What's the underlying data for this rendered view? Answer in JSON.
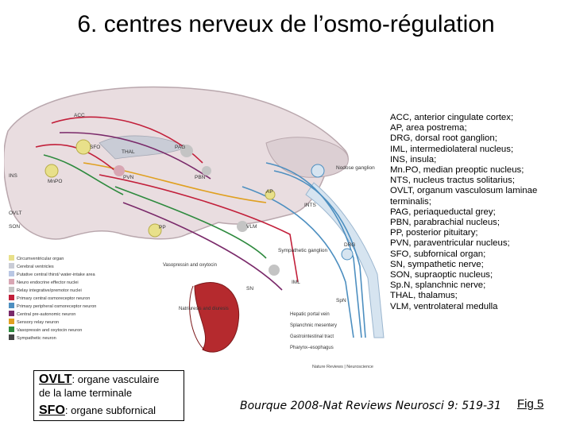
{
  "title": "6. centres nerveux de l’osmo-régulation",
  "abbreviations": [
    "ACC, anterior cingulate cortex;",
    "AP, area postrema;",
    "DRG, dorsal root ganglion;",
    "IML, intermediolateral nucleus;",
    "INS, insula;",
    "Mn.PO, median preoptic nucleus;",
    "NTS, nucleus tractus solitarius;",
    "OVLT, organum vasculosum laminae",
    "terminalis;",
    "PAG, periaqueductal grey;",
    "PBN, parabrachial nucleus;",
    "PP, posterior pituitary;",
    "PVN, paraventricular nucleus;",
    "SFO, subfornical organ;",
    "SN, sympathetic nerve;",
    "SON, supraoptic nucleus;",
    "Sp.N, splanchnic nerve;",
    "THAL, thalamus;",
    "VLM, ventrolateral medulla"
  ],
  "figure": {
    "region_labels": [
      "ACC",
      "SFO",
      "THAL",
      "PAG",
      "INS",
      "MnPO",
      "PVN",
      "PBN",
      "AP",
      "OVLT",
      "SON",
      "PP",
      "VLM",
      "INTS",
      "Nodose ganglion",
      "DRG",
      "Sympathetic ganglion",
      "IML",
      "SN",
      "SpN"
    ],
    "side_labels": [
      "Vasopressin and oxytocin",
      "Natriuresis and diuresis",
      "Hepatic portal vein",
      "Splanchnic mesentery",
      "Gastrointestinal tract",
      "Pharynx–esophagus"
    ],
    "legend_items": [
      {
        "label": "Circumventricular organ",
        "color": "#e8e08a"
      },
      {
        "label": "Cerebral ventricles",
        "color": "#c9ccd6"
      },
      {
        "label": "Putative central thirst/ water-intake area",
        "color": "#b9c7e4"
      },
      {
        "label": "Neuro endocrine effector nuclei",
        "color": "#d8a6b3"
      },
      {
        "label": "Relay integrative/premotor nuclei",
        "color": "#c4c4c4"
      },
      {
        "label": "Primary central osmoreceptor neuron",
        "color": "#c21f3a"
      },
      {
        "label": "Primary peripheral osmoreceptor neuron",
        "color": "#4d8fc0"
      },
      {
        "label": "Central pre-autonomic neuron",
        "color": "#7a2a6a"
      },
      {
        "label": "Sensory relay neuron",
        "color": "#e0a020"
      },
      {
        "label": "Vasopressin and oxytocin neuron",
        "color": "#2e8a3e"
      },
      {
        "label": "Sympathetic neuron",
        "color": "#444444"
      }
    ],
    "credit": "Nature Reviews | Neuroscience"
  },
  "box": {
    "ovlt_key": "OVLT",
    "ovlt_text": ": organe vasculaire",
    "ovlt_text2": "de la lame terminale",
    "sfo_key": "SFO",
    "sfo_text": ": organe subfornical"
  },
  "citation": "Bourque 2008-Nat Reviews Neurosci 9: 519-31",
  "fig_label": "Fig 5"
}
